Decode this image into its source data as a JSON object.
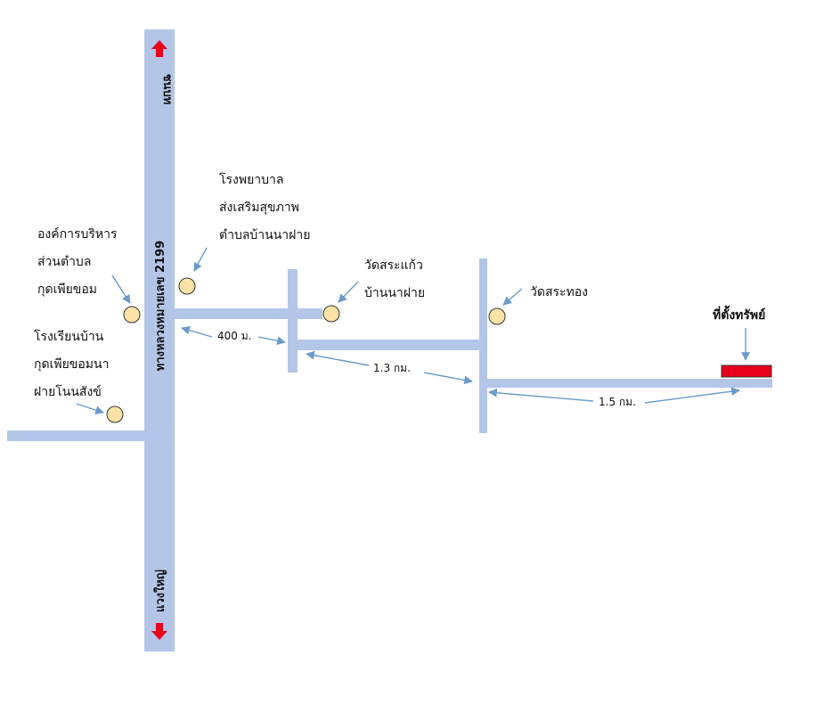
{
  "colors": {
    "road": "#b4c6e7",
    "poi_fill": "#fbe3a6",
    "poi_stroke": "#333333",
    "pointer": "#6c9ac9",
    "property": "#e8001c",
    "direction_arrow": "#e8001c"
  },
  "roads": {
    "highway_name": "ทางหลวงหมายเลข 2199",
    "north_direction": "ชนบท",
    "south_direction": "แวงใหญ่"
  },
  "places": {
    "hospital": [
      "โรงพยาบาล",
      "ส่งเสริมสุขภาพ",
      "ตำบลบ้านนาฝาย"
    ],
    "subdistrict_office": [
      "องค์การบริหาร",
      "ส่วนตำบล",
      "กุดเพียขอม"
    ],
    "school": [
      "โรงเรียนบ้าน",
      "กุดเพียขอมนา",
      "ฝายโนนสังข์"
    ],
    "temple_1": [
      "วัดสระแก้ว",
      "บ้านนาฝาย"
    ],
    "temple_2": [
      "วัดสระทอง"
    ],
    "property": "ที่ตั้งทรัพย์"
  },
  "distances": {
    "d1": "400 ม.",
    "d2": "1.3 กม.",
    "d3": "1.5 กม."
  }
}
